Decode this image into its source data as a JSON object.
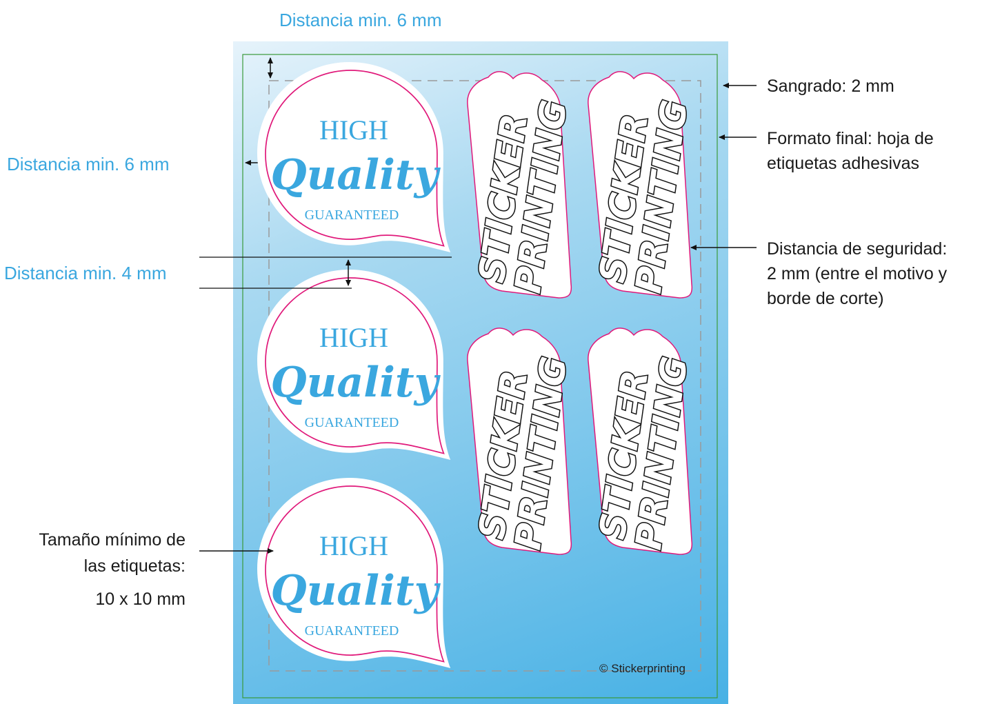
{
  "labels": {
    "top_distance": "Distancia min. 6 mm",
    "left_distance": "Distancia min. 6 mm",
    "between_distance": "Distancia min. 4 mm",
    "bleed": "Sangrado: 2 mm",
    "final_format_line1": "Formato final: hoja de",
    "final_format_line2": "etiquetas adhesivas",
    "safety_line1": "Distancia de seguridad:",
    "safety_line2": "2 mm (entre el motivo y",
    "safety_line3": "borde de corte)",
    "min_size_line1": "Tamaño mínimo de",
    "min_size_line2": "las etiquetas:",
    "min_size_line3": "10 x 10 mm"
  },
  "badge": {
    "line1": "HIGH",
    "line2": "Quality",
    "line3": "GUARANTEED"
  },
  "sticker": {
    "line1": "STICKER",
    "line2": "PRINTING"
  },
  "copyright": "© Stickerprinting",
  "colors": {
    "accent_blue": "#3aa7df",
    "cut_line": "#e0197a",
    "bleed_line": "#3a9a3a",
    "safety_line": "#9a9a9a"
  }
}
